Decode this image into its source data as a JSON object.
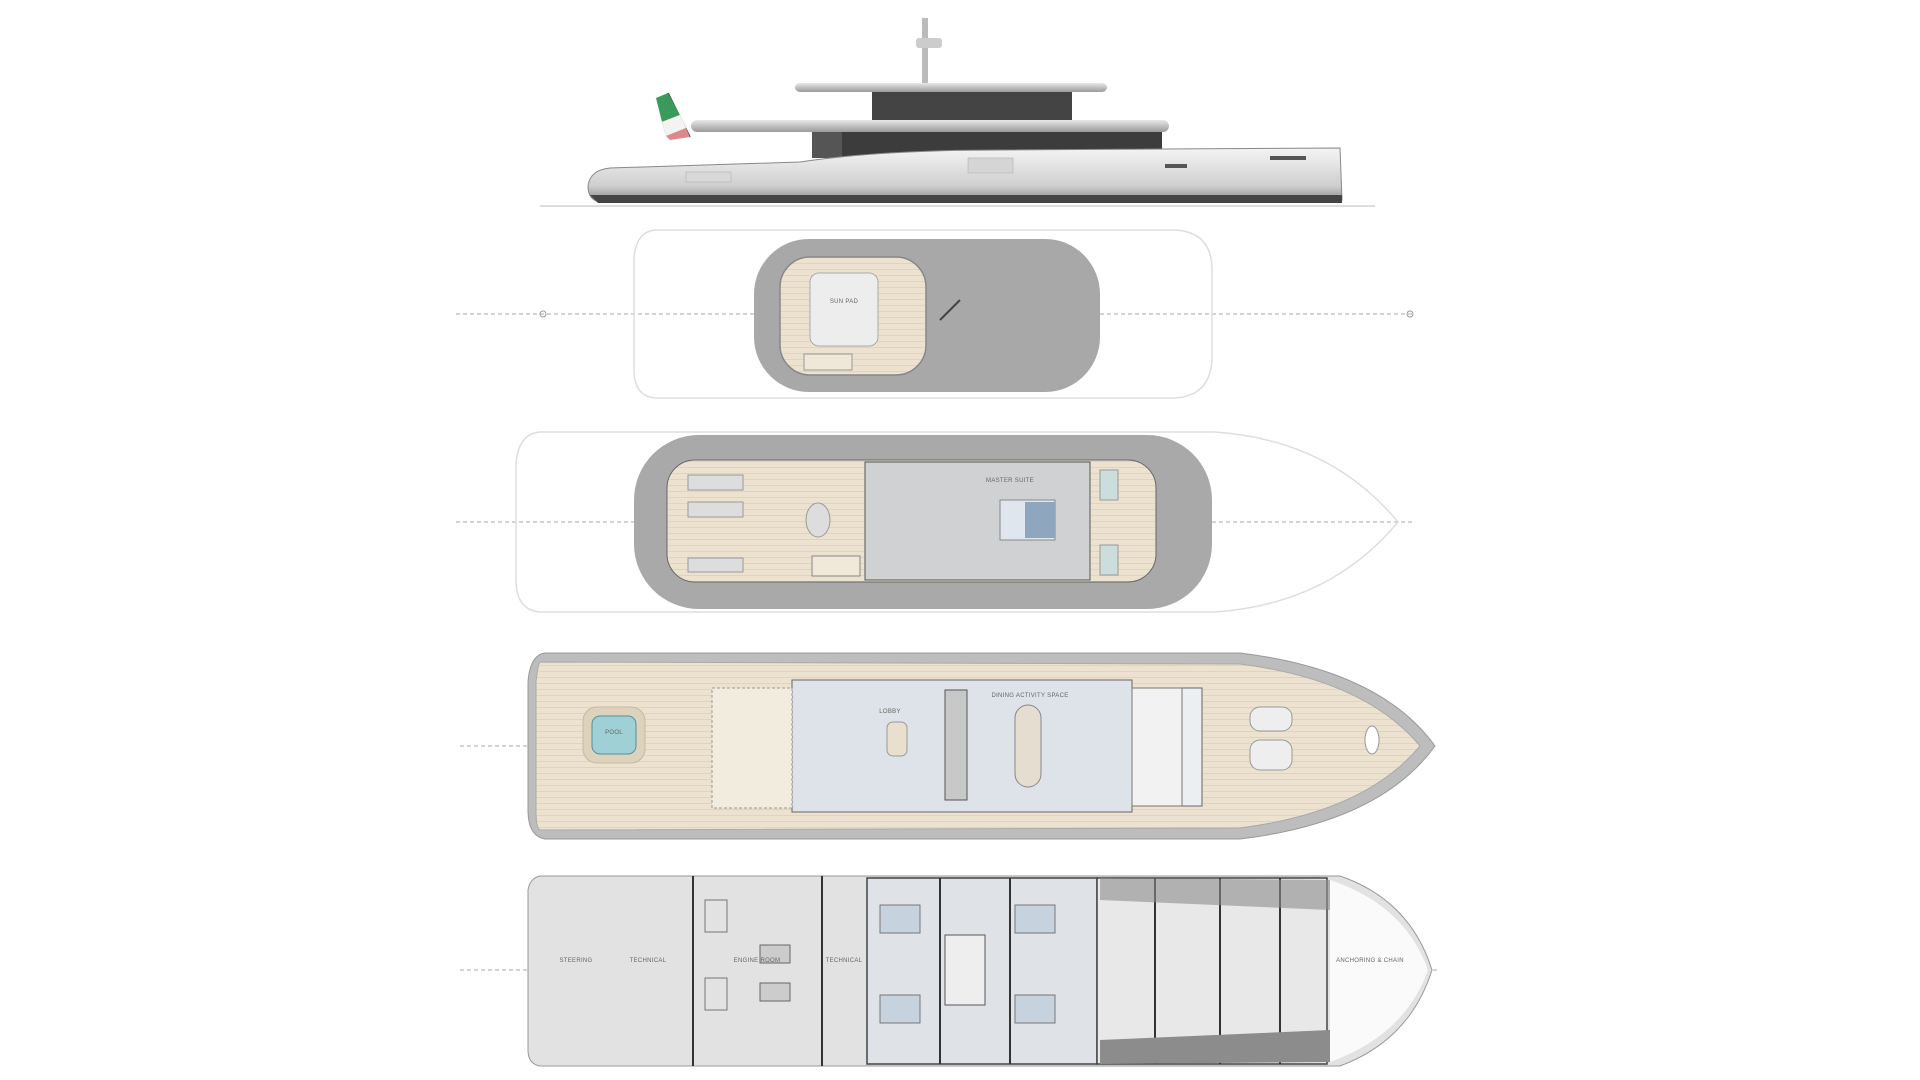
{
  "drawing": {
    "profile": {
      "flag": "italian-flag"
    },
    "sun_deck": {
      "labels": {
        "sun_pad": "SUN PAD"
      }
    },
    "bridge_deck": {
      "labels": {
        "master": "MASTER SUITE"
      }
    },
    "main_deck": {
      "labels": {
        "pool": "POOL",
        "lobby": "LOBBY",
        "dining": "DINING ACTIVITY SPACE"
      }
    },
    "lower_deck": {
      "labels": {
        "steering": "STEERING",
        "technical_aft": "TECHNICAL",
        "engine_room": "ENGINE ROOM",
        "technical_fwd": "TECHNICAL",
        "anchoring": "ANCHORING & CHAIN"
      }
    }
  },
  "colors": {
    "teak": "#eadfcb",
    "hardtop": "#a9a9a9",
    "interior": "#dde3e8",
    "lower": "#e2e2e2"
  }
}
